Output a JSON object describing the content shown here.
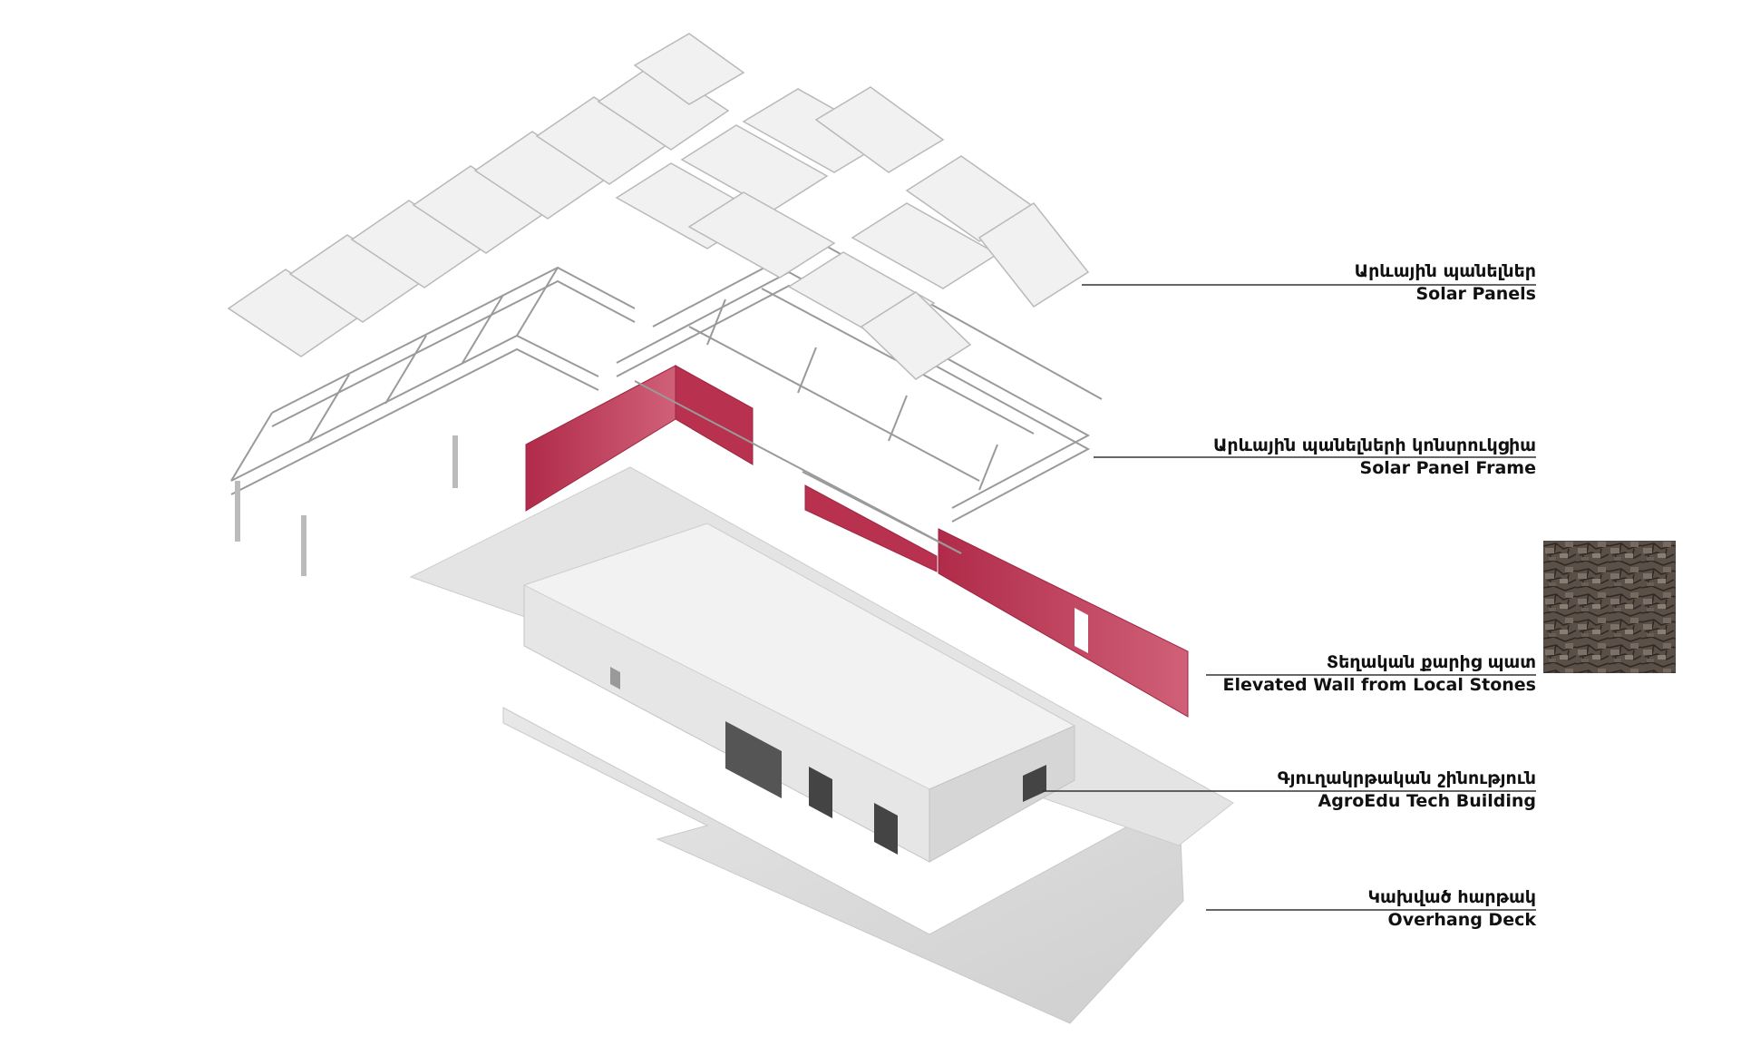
{
  "labels": [
    {
      "id": "solar-panels",
      "hy": "Արևային պանելներ",
      "en": "Solar Panels"
    },
    {
      "id": "solar-panel-frame",
      "hy": "Արևային պանելների կոնսրուկցիա",
      "en": "Solar Panel Frame"
    },
    {
      "id": "stone-wall",
      "hy": "Տեղական քարից պատ",
      "en": "Elevated Wall from Local Stones"
    },
    {
      "id": "agroedu-building",
      "hy": "Գյուղակրթական շինություն",
      "en": "AgroEdu Tech Building"
    },
    {
      "id": "overhang-deck",
      "hy": "Կախված հարթակ",
      "en": "Overhang Deck"
    }
  ],
  "colors": {
    "wall": "#b8314f",
    "wall_light": "#cf5a74",
    "building_top": "#efefef",
    "building_side_left": "#e2e2e2",
    "building_side_right": "#d4d4d4",
    "deck": "#dcdcdc",
    "panel": "#f1f1f1",
    "panel_line": "#b9b9b9",
    "frame": "#9a9a9a",
    "stone": "#6e6258",
    "leader": "#333333"
  }
}
